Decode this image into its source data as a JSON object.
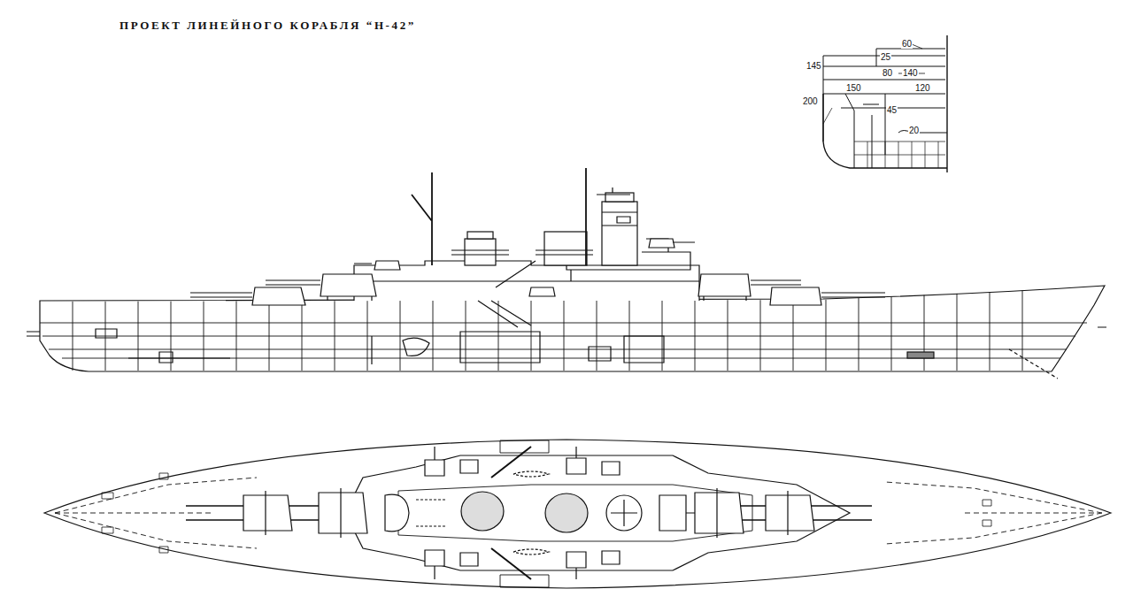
{
  "diagram": {
    "title": "ПРОЕКТ ЛИНЕЙНОГО КОРАБЛЯ “Н-42”",
    "labels": [
      "60",
      "25",
      "145",
      "80",
      "140",
      "200",
      "150",
      "120",
      "45",
      "20"
    ]
  }
}
